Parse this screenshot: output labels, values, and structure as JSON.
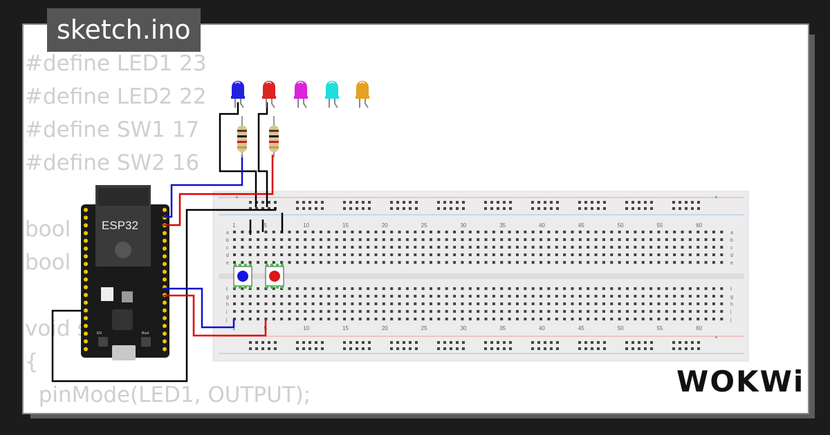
{
  "file_tab": {
    "title": "sketch.ino"
  },
  "code_lines": [
    "#define LED1 23",
    "#define LED2 22",
    "#define SW1 17",
    "#define SW2 16",
    "",
    "bool",
    "bool",
    "",
    "void setup()",
    "{",
    "  pinMode(LED1, OUTPUT);"
  ],
  "esp32": {
    "label": "ESP32",
    "boot_label": "Boot",
    "en_label": "EN"
  },
  "breadboard": {
    "column_numbers": [
      "1",
      "5",
      "10",
      "15",
      "20",
      "25",
      "30",
      "35",
      "40",
      "45",
      "50",
      "55",
      "60"
    ],
    "rows_top": [
      "a",
      "b",
      "c",
      "d",
      "e"
    ],
    "rows_bottom": [
      "f",
      "g",
      "h",
      "i",
      "j"
    ],
    "plus": "+",
    "minus": "-"
  },
  "leds": [
    {
      "color": "#2222dd",
      "name": "blue"
    },
    {
      "color": "#dd2222",
      "name": "red"
    },
    {
      "color": "#dd22dd",
      "name": "magenta"
    },
    {
      "color": "#22dddd",
      "name": "cyan"
    },
    {
      "color": "#e8a020",
      "name": "orange"
    }
  ],
  "buttons": [
    {
      "color": "#1515e0",
      "name": "blue"
    },
    {
      "color": "#e01515",
      "name": "red"
    }
  ],
  "wire_colors": {
    "black": "#000000",
    "blue": "#1010d0",
    "red": "#e00000"
  },
  "brand": {
    "logo": "WOKWi"
  }
}
